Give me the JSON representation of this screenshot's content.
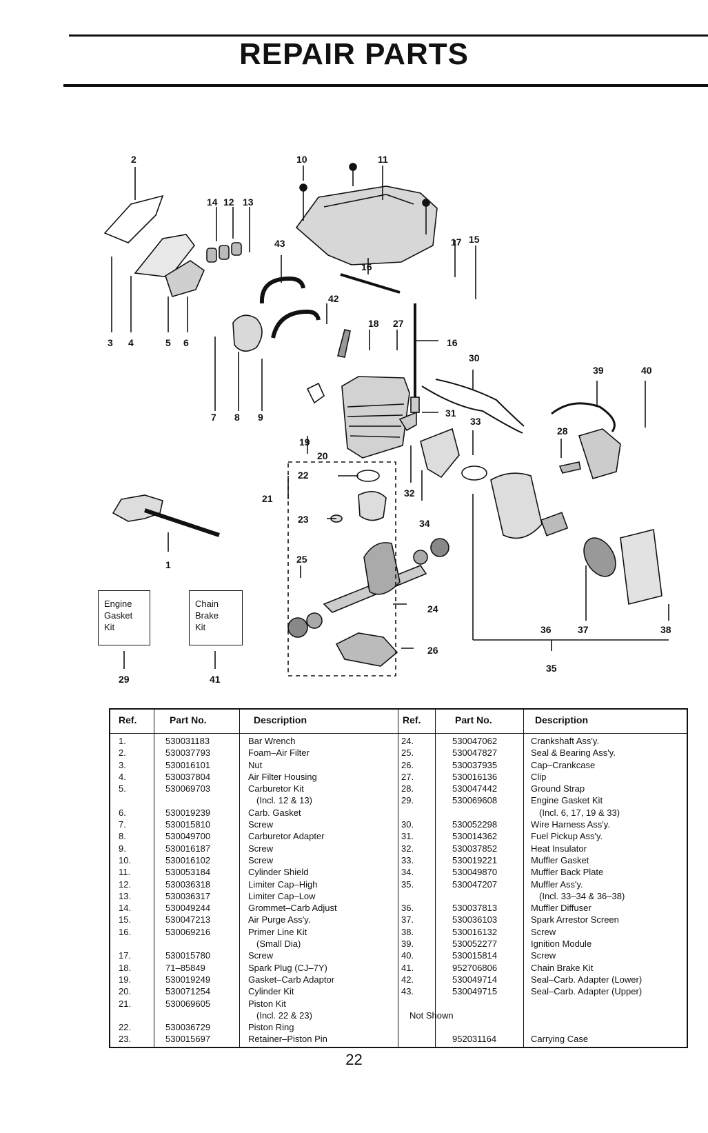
{
  "title": "REPAIR PARTS",
  "page_number": "22",
  "callouts": {
    "c1": "1",
    "c2": "2",
    "c3": "3",
    "c4": "4",
    "c5": "5",
    "c6": "6",
    "c7": "7",
    "c8": "8",
    "c9": "9",
    "c10": "10",
    "c11": "11",
    "c12": "12",
    "c13": "13",
    "c14": "14",
    "c15": "15",
    "c16": "16",
    "c16b": "16",
    "c17": "17",
    "c18": "18",
    "c19": "19",
    "c20": "20",
    "c21": "21",
    "c22": "22",
    "c23": "23",
    "c24": "24",
    "c25": "25",
    "c26": "26",
    "c27": "27",
    "c28": "28",
    "c29": "29",
    "c30": "30",
    "c31": "31",
    "c32": "32",
    "c33": "33",
    "c34": "34",
    "c35": "35",
    "c36": "36",
    "c37": "37",
    "c38": "38",
    "c39": "39",
    "c40": "40",
    "c41": "41",
    "c42": "42",
    "c43": "43"
  },
  "kits": {
    "engine_gasket": [
      "Engine",
      "Gasket",
      "Kit"
    ],
    "chain_brake": [
      "Chain",
      "Brake",
      "Kit"
    ]
  },
  "table": {
    "headers": {
      "ref": "Ref.",
      "part_no": "Part No.",
      "description": "Description"
    },
    "left": [
      {
        "ref": "1.",
        "part": "530031183",
        "desc": "Bar Wrench"
      },
      {
        "ref": "2.",
        "part": "530037793",
        "desc": "Foam–Air Filter"
      },
      {
        "ref": "3.",
        "part": "530016101",
        "desc": "Nut"
      },
      {
        "ref": "4.",
        "part": "530037804",
        "desc": "Air Filter Housing"
      },
      {
        "ref": "5.",
        "part": "530069703",
        "desc": "Carburetor Kit"
      },
      {
        "ref": "",
        "part": "",
        "desc": "(Incl. 12 & 13)"
      },
      {
        "ref": "6.",
        "part": "530019239",
        "desc": "Carb. Gasket"
      },
      {
        "ref": "7.",
        "part": "530015810",
        "desc": "Screw"
      },
      {
        "ref": "8.",
        "part": "530049700",
        "desc": "Carburetor Adapter"
      },
      {
        "ref": "9.",
        "part": "530016187",
        "desc": "Screw"
      },
      {
        "ref": "10.",
        "part": "530016102",
        "desc": "Screw"
      },
      {
        "ref": "11.",
        "part": "530053184",
        "desc": "Cylinder Shield"
      },
      {
        "ref": "12.",
        "part": "530036318",
        "desc": "Limiter Cap–High"
      },
      {
        "ref": "13.",
        "part": "530036317",
        "desc": "Limiter Cap–Low"
      },
      {
        "ref": "14.",
        "part": "530049244",
        "desc": "Grommet–Carb Adjust"
      },
      {
        "ref": "15.",
        "part": "530047213",
        "desc": "Air Purge Ass'y."
      },
      {
        "ref": "16.",
        "part": "530069216",
        "desc": "Primer Line Kit"
      },
      {
        "ref": "",
        "part": "",
        "desc": "(Small Dia)"
      },
      {
        "ref": "17.",
        "part": "530015780",
        "desc": "Screw"
      },
      {
        "ref": "18.",
        "part": "71–85849",
        "desc": "Spark Plug (CJ–7Y)"
      },
      {
        "ref": "19.",
        "part": "530019249",
        "desc": "Gasket–Carb Adaptor"
      },
      {
        "ref": "20.",
        "part": "530071254",
        "desc": "Cylinder Kit"
      },
      {
        "ref": "21.",
        "part": "530069605",
        "desc": "Piston Kit"
      },
      {
        "ref": "",
        "part": "",
        "desc": "(Incl. 22 & 23)"
      },
      {
        "ref": "22.",
        "part": "530036729",
        "desc": "Piston Ring"
      },
      {
        "ref": "23.",
        "part": "530015697",
        "desc": "Retainer–Piston Pin"
      }
    ],
    "right": [
      {
        "ref": "24.",
        "part": "530047062",
        "desc": "Crankshaft Ass'y."
      },
      {
        "ref": "25.",
        "part": "530047827",
        "desc": "Seal & Bearing Ass'y."
      },
      {
        "ref": "26.",
        "part": "530037935",
        "desc": "Cap–Crankcase"
      },
      {
        "ref": "27.",
        "part": "530016136",
        "desc": "Clip"
      },
      {
        "ref": "28.",
        "part": "530047442",
        "desc": "Ground Strap"
      },
      {
        "ref": "29.",
        "part": "530069608",
        "desc": "Engine Gasket Kit"
      },
      {
        "ref": "",
        "part": "",
        "desc": "(Incl. 6, 17, 19 & 33)"
      },
      {
        "ref": "30.",
        "part": "530052298",
        "desc": "Wire Harness Ass'y."
      },
      {
        "ref": "31.",
        "part": "530014362",
        "desc": "Fuel Pickup Ass'y."
      },
      {
        "ref": "32.",
        "part": "530037852",
        "desc": "Heat Insulator"
      },
      {
        "ref": "33.",
        "part": "530019221",
        "desc": "Muffler Gasket"
      },
      {
        "ref": "34.",
        "part": "530049870",
        "desc": "Muffler Back Plate"
      },
      {
        "ref": "35.",
        "part": "530047207",
        "desc": "Muffler Ass'y."
      },
      {
        "ref": "",
        "part": "",
        "desc": "(Incl. 33–34 & 36–38)"
      },
      {
        "ref": "36.",
        "part": "530037813",
        "desc": "Muffler Diffuser"
      },
      {
        "ref": "37.",
        "part": "530036103",
        "desc": "Spark Arrestor Screen"
      },
      {
        "ref": "38.",
        "part": "530016132",
        "desc": "Screw"
      },
      {
        "ref": "39.",
        "part": "530052277",
        "desc": "Ignition Module"
      },
      {
        "ref": "40.",
        "part": "530015814",
        "desc": "Screw"
      },
      {
        "ref": "41.",
        "part": "952706806",
        "desc": "Chain Brake Kit"
      },
      {
        "ref": "42.",
        "part": "530049714",
        "desc": "Seal–Carb. Adapter (Lower)"
      },
      {
        "ref": "43.",
        "part": "530049715",
        "desc": "Seal–Carb. Adapter (Upper)"
      },
      {
        "ref": "",
        "part": "",
        "desc": ""
      },
      {
        "ref": "Not Shown",
        "part": "",
        "desc": ""
      },
      {
        "ref": "",
        "part": "",
        "desc": ""
      },
      {
        "ref": "",
        "part": "952031164",
        "desc": "Carrying Case"
      }
    ]
  }
}
